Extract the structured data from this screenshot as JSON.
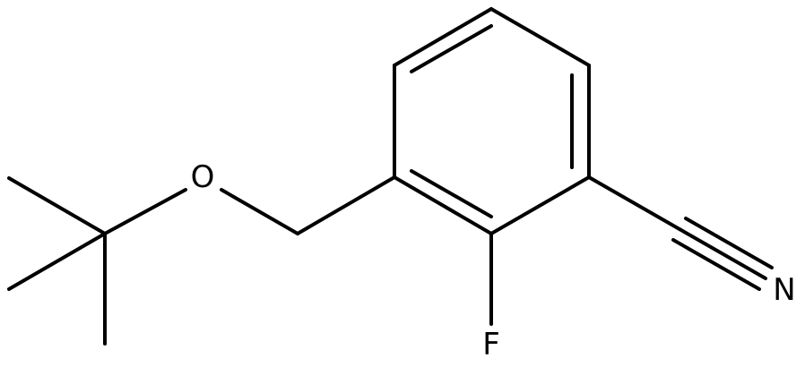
{
  "molecule": {
    "atoms": {
      "oxygen": "O",
      "fluorine": "F",
      "nitrogen": "N"
    },
    "colors": {
      "bond": "#000000",
      "label": "#000000",
      "background": "#ffffff"
    }
  }
}
